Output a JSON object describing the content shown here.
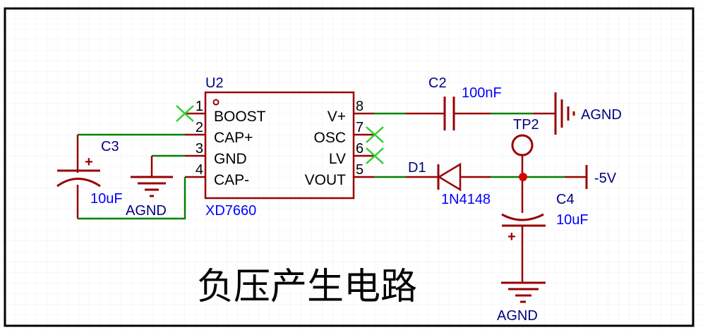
{
  "title": "负压产生电路",
  "colors": {
    "wire": "#008000",
    "symbol": "#990000",
    "label_designator": "#000080",
    "label_value": "#0000ff",
    "noconnect": "#33cc33",
    "border": "#000000",
    "grid": "#ececec"
  },
  "ic": {
    "designator": "U2",
    "part": "XD7660",
    "left_pins": [
      {
        "num": "1",
        "name": "BOOST"
      },
      {
        "num": "2",
        "name": "CAP+"
      },
      {
        "num": "3",
        "name": "GND"
      },
      {
        "num": "4",
        "name": "CAP-"
      }
    ],
    "right_pins": [
      {
        "num": "8",
        "name": "V+"
      },
      {
        "num": "7",
        "name": "OSC"
      },
      {
        "num": "6",
        "name": "LV"
      },
      {
        "num": "5",
        "name": "VOUT"
      }
    ]
  },
  "c2": {
    "designator": "C2",
    "value": "100nF"
  },
  "c3": {
    "designator": "C3",
    "value": "10uF"
  },
  "c4": {
    "designator": "C4",
    "value": "10uF"
  },
  "d1": {
    "designator": "D1",
    "value": "1N4148"
  },
  "tp2": {
    "designator": "TP2"
  },
  "nets": {
    "agnd_left": "AGND",
    "agnd_top": "AGND",
    "agnd_bottom": "AGND",
    "neg5v": "-5V"
  },
  "polarity_plus": "+"
}
